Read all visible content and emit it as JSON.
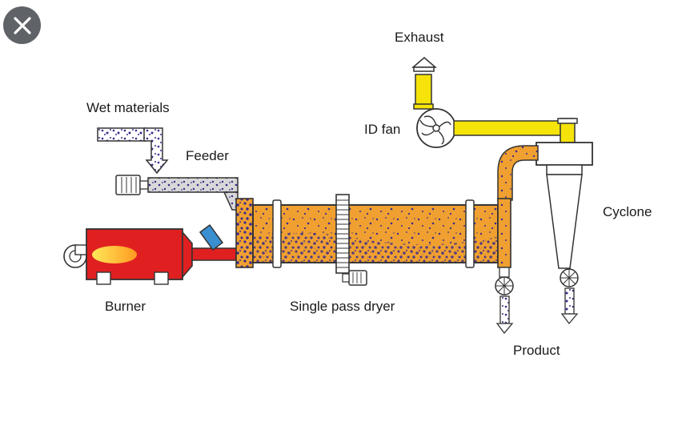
{
  "close_icon": "close-icon",
  "labels": {
    "exhaust": "Exhaust",
    "id_fan": "ID fan",
    "wet_materials": "Wet materials",
    "feeder": "Feeder",
    "cyclone": "Cyclone",
    "burner": "Burner",
    "single_pass_dryer": "Single pass dryer",
    "product": "Product"
  },
  "colors": {
    "yellow": "#f5e30a",
    "orange": "#f0a030",
    "red": "#e02020",
    "blue": "#3a8fd0",
    "purple": "#3a2a8c",
    "gray": "#d8d8d8"
  }
}
